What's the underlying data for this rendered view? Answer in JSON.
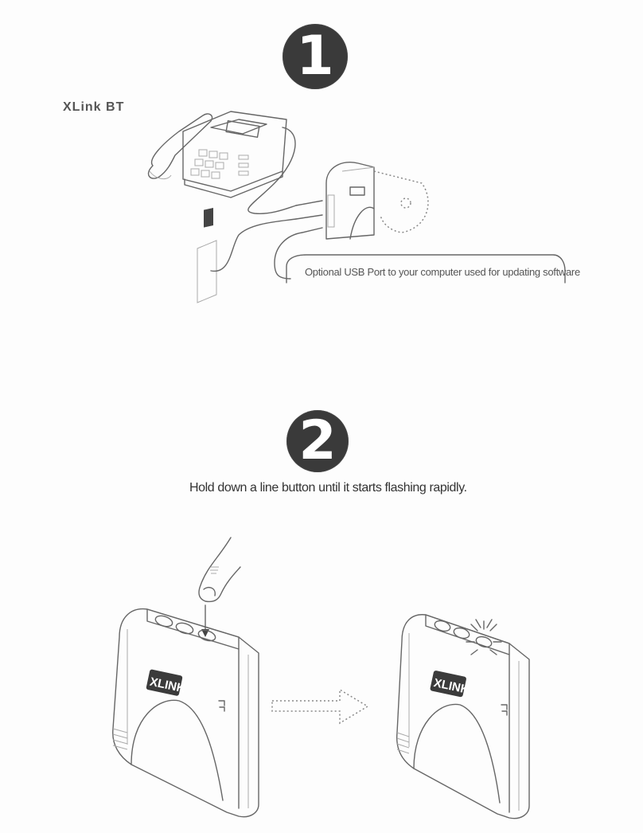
{
  "step1": {
    "number": "1",
    "model_label": "XLink BT",
    "callout": "Optional USB Port to your computer used for updating software"
  },
  "step2": {
    "number": "2",
    "instruction": "Hold down a line button until it starts flashing rapidly."
  },
  "device": {
    "brand_left": "XLINK",
    "brand_right": "XLINK"
  },
  "colors": {
    "badge": "#3a3a3a",
    "line_art": "#666666",
    "background": "#fdfdfd"
  }
}
